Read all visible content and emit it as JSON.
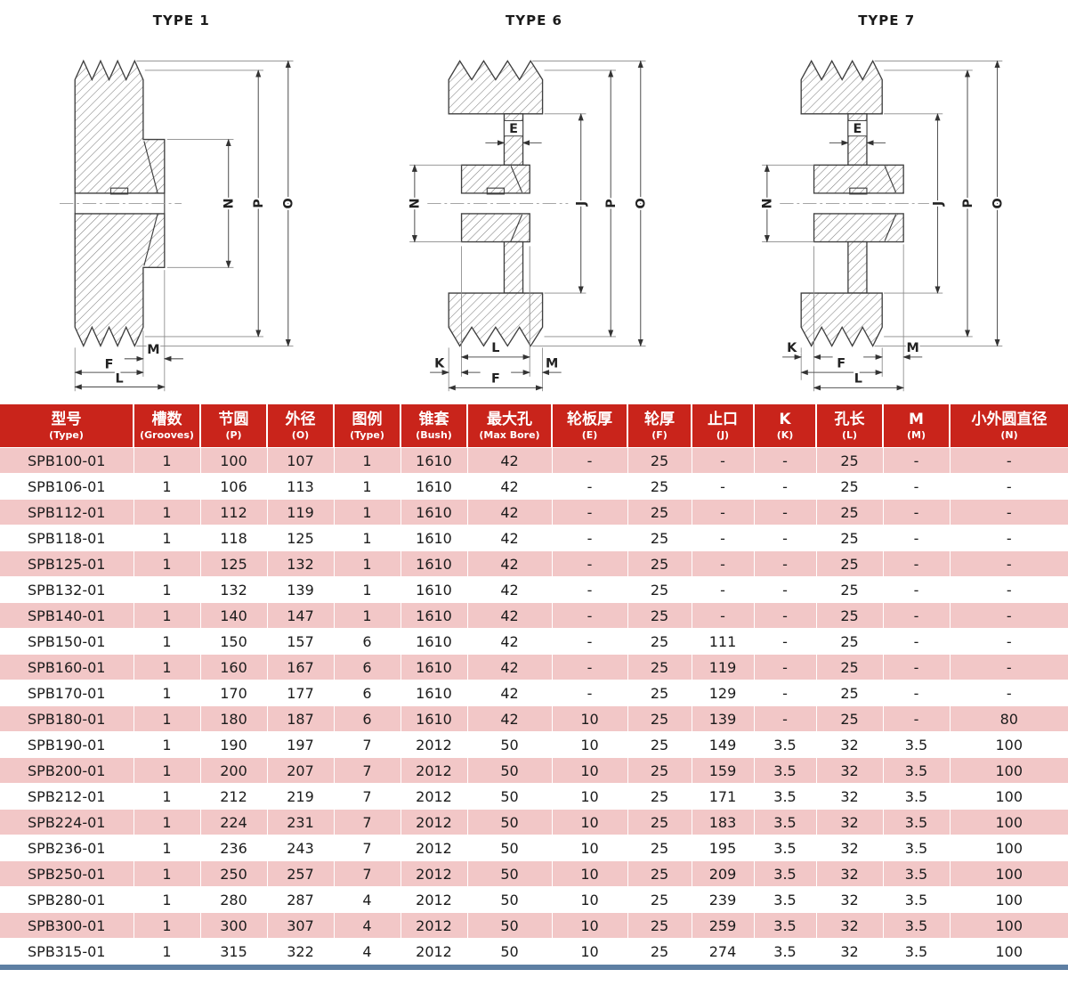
{
  "theme": {
    "header_bg": "#c9241b",
    "header_text": "#ffffff",
    "row_pink": "#f2c7c7",
    "row_white": "#ffffff",
    "body_text": "#1c1c1c",
    "strip_blue": "#5e7fa3"
  },
  "diagrams": [
    {
      "title": "TYPE 1",
      "dims": {
        "N": "N",
        "P": "P",
        "O": "O",
        "M": "M",
        "F": "F",
        "L": "L"
      }
    },
    {
      "title": "TYPE 6",
      "dims": {
        "E": "E",
        "N": "N",
        "J": "J",
        "P": "P",
        "O": "O",
        "L": "L",
        "K": "K",
        "M": "M",
        "F": "F"
      }
    },
    {
      "title": "TYPE 7",
      "dims": {
        "E": "E",
        "N": "N",
        "J": "J",
        "P": "P",
        "O": "O",
        "K": "K",
        "M": "M",
        "F": "F",
        "L": "L"
      }
    }
  ],
  "table": {
    "headers": [
      {
        "zh": "型号",
        "en": "(Type)"
      },
      {
        "zh": "槽数",
        "en": "(Grooves)"
      },
      {
        "zh": "节圆",
        "en": "(P)"
      },
      {
        "zh": "外径",
        "en": "(O)"
      },
      {
        "zh": "图例",
        "en": "(Type)"
      },
      {
        "zh": "锥套",
        "en": "(Bush)"
      },
      {
        "zh": "最大孔",
        "en": "(Max Bore)"
      },
      {
        "zh": "轮板厚",
        "en": "(E)"
      },
      {
        "zh": "轮厚",
        "en": "(F)"
      },
      {
        "zh": "止口",
        "en": "(J)"
      },
      {
        "zh": "K",
        "en": "(K)"
      },
      {
        "zh": "孔长",
        "en": "(L)"
      },
      {
        "zh": "M",
        "en": "(M)"
      },
      {
        "zh": "小外圆直径",
        "en": "(N)"
      }
    ],
    "rows": [
      [
        "SPB100-01",
        "1",
        "100",
        "107",
        "1",
        "1610",
        "42",
        "-",
        "25",
        "-",
        "-",
        "25",
        "-",
        "-"
      ],
      [
        "SPB106-01",
        "1",
        "106",
        "113",
        "1",
        "1610",
        "42",
        "-",
        "25",
        "-",
        "-",
        "25",
        "-",
        "-"
      ],
      [
        "SPB112-01",
        "1",
        "112",
        "119",
        "1",
        "1610",
        "42",
        "-",
        "25",
        "-",
        "-",
        "25",
        "-",
        "-"
      ],
      [
        "SPB118-01",
        "1",
        "118",
        "125",
        "1",
        "1610",
        "42",
        "-",
        "25",
        "-",
        "-",
        "25",
        "-",
        "-"
      ],
      [
        "SPB125-01",
        "1",
        "125",
        "132",
        "1",
        "1610",
        "42",
        "-",
        "25",
        "-",
        "-",
        "25",
        "-",
        "-"
      ],
      [
        "SPB132-01",
        "1",
        "132",
        "139",
        "1",
        "1610",
        "42",
        "-",
        "25",
        "-",
        "-",
        "25",
        "-",
        "-"
      ],
      [
        "SPB140-01",
        "1",
        "140",
        "147",
        "1",
        "1610",
        "42",
        "-",
        "25",
        "-",
        "-",
        "25",
        "-",
        "-"
      ],
      [
        "SPB150-01",
        "1",
        "150",
        "157",
        "6",
        "1610",
        "42",
        "-",
        "25",
        "111",
        "-",
        "25",
        "-",
        "-"
      ],
      [
        "SPB160-01",
        "1",
        "160",
        "167",
        "6",
        "1610",
        "42",
        "-",
        "25",
        "119",
        "-",
        "25",
        "-",
        "-"
      ],
      [
        "SPB170-01",
        "1",
        "170",
        "177",
        "6",
        "1610",
        "42",
        "-",
        "25",
        "129",
        "-",
        "25",
        "-",
        "-"
      ],
      [
        "SPB180-01",
        "1",
        "180",
        "187",
        "6",
        "1610",
        "42",
        "10",
        "25",
        "139",
        "-",
        "25",
        "-",
        "80"
      ],
      [
        "SPB190-01",
        "1",
        "190",
        "197",
        "7",
        "2012",
        "50",
        "10",
        "25",
        "149",
        "3.5",
        "32",
        "3.5",
        "100"
      ],
      [
        "SPB200-01",
        "1",
        "200",
        "207",
        "7",
        "2012",
        "50",
        "10",
        "25",
        "159",
        "3.5",
        "32",
        "3.5",
        "100"
      ],
      [
        "SPB212-01",
        "1",
        "212",
        "219",
        "7",
        "2012",
        "50",
        "10",
        "25",
        "171",
        "3.5",
        "32",
        "3.5",
        "100"
      ],
      [
        "SPB224-01",
        "1",
        "224",
        "231",
        "7",
        "2012",
        "50",
        "10",
        "25",
        "183",
        "3.5",
        "32",
        "3.5",
        "100"
      ],
      [
        "SPB236-01",
        "1",
        "236",
        "243",
        "7",
        "2012",
        "50",
        "10",
        "25",
        "195",
        "3.5",
        "32",
        "3.5",
        "100"
      ],
      [
        "SPB250-01",
        "1",
        "250",
        "257",
        "7",
        "2012",
        "50",
        "10",
        "25",
        "209",
        "3.5",
        "32",
        "3.5",
        "100"
      ],
      [
        "SPB280-01",
        "1",
        "280",
        "287",
        "4",
        "2012",
        "50",
        "10",
        "25",
        "239",
        "3.5",
        "32",
        "3.5",
        "100"
      ],
      [
        "SPB300-01",
        "1",
        "300",
        "307",
        "4",
        "2012",
        "50",
        "10",
        "25",
        "259",
        "3.5",
        "32",
        "3.5",
        "100"
      ],
      [
        "SPB315-01",
        "1",
        "315",
        "322",
        "4",
        "2012",
        "50",
        "10",
        "25",
        "274",
        "3.5",
        "32",
        "3.5",
        "100"
      ]
    ]
  }
}
